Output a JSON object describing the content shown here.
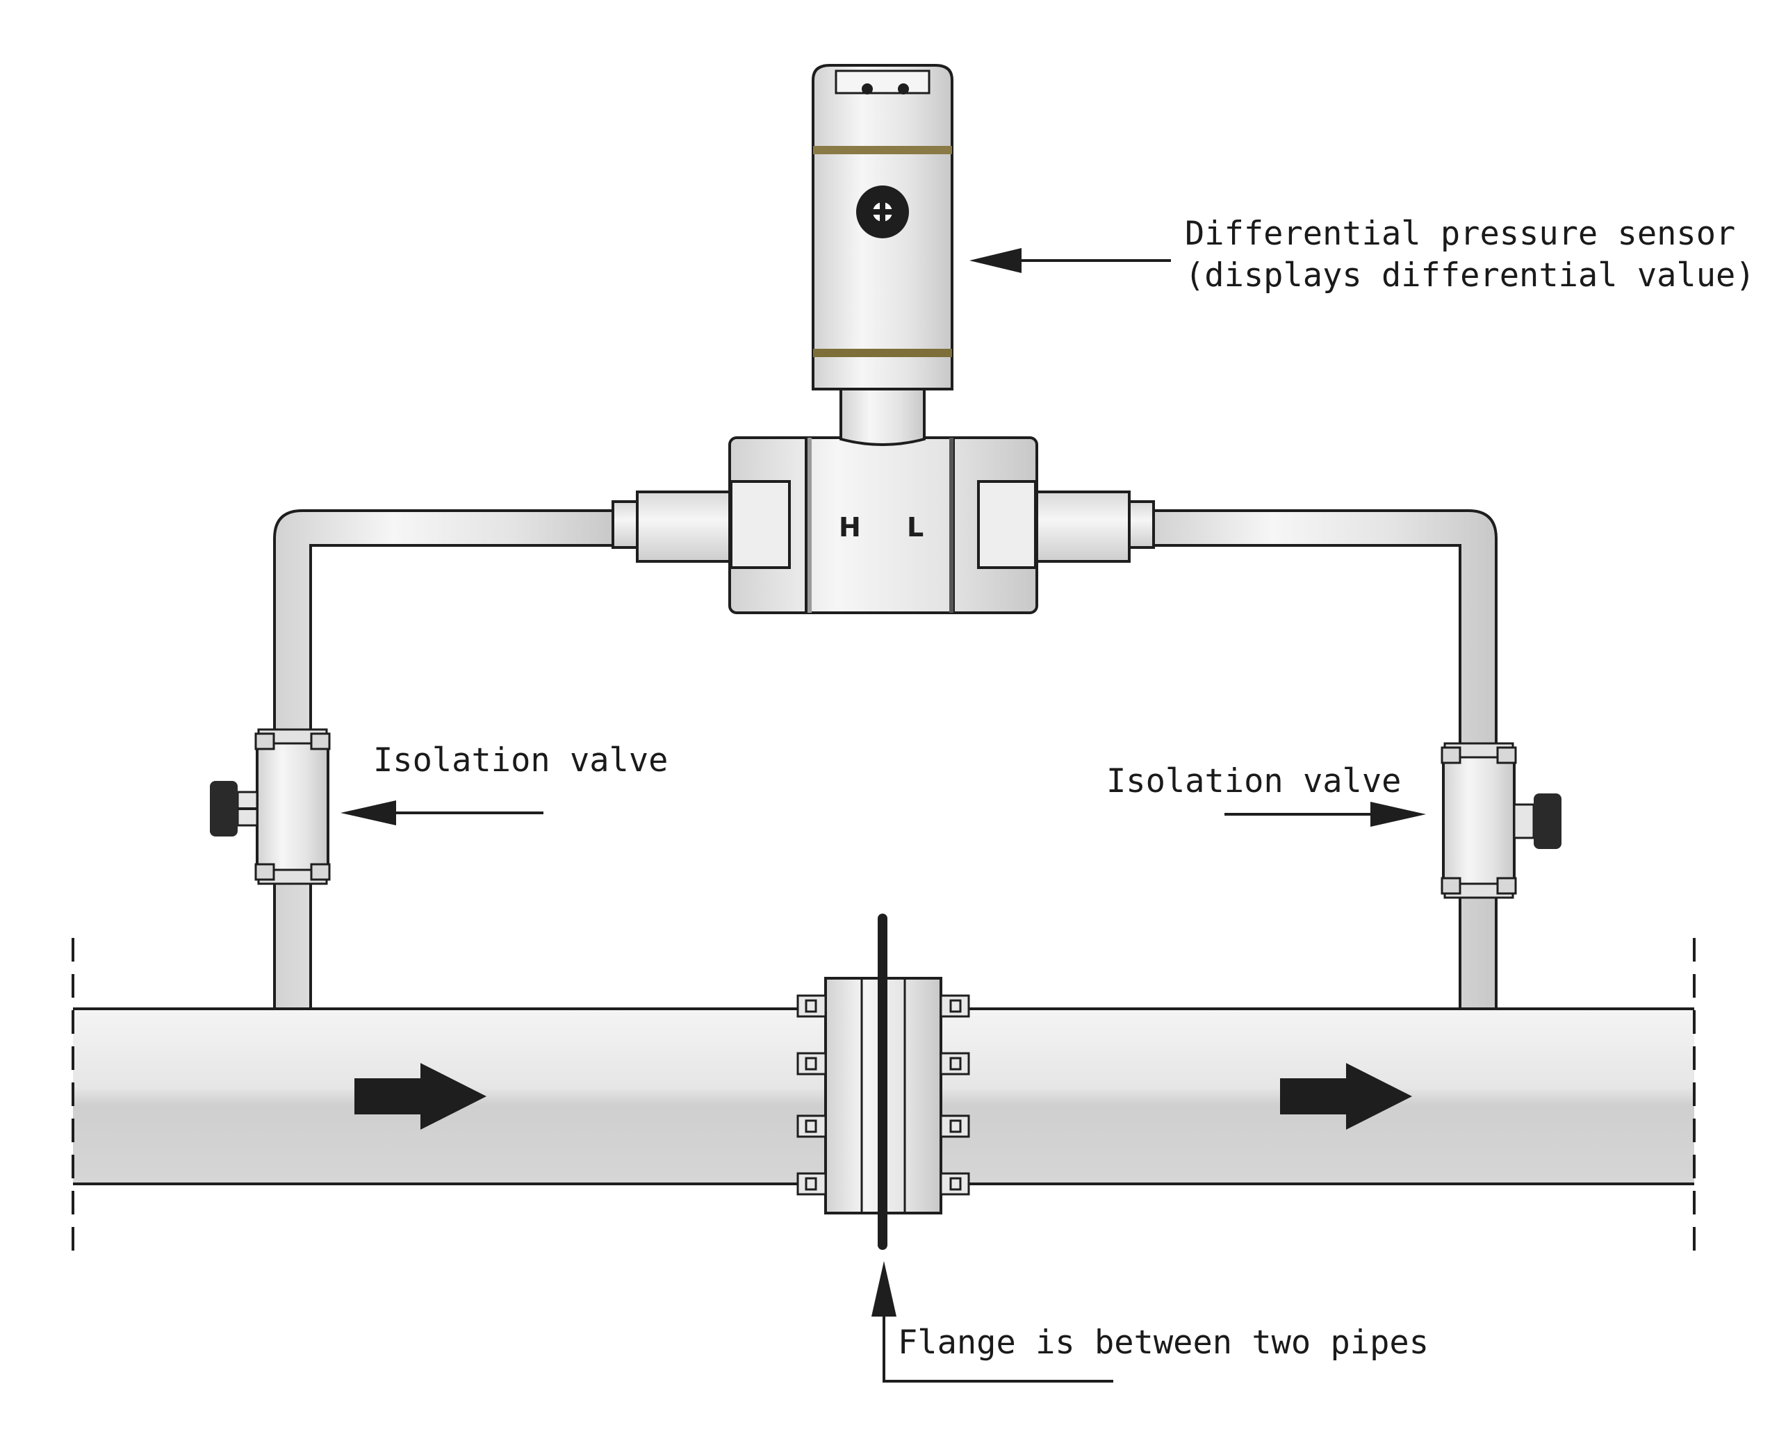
{
  "labels": {
    "sensor_line1": "Differential pressure sensor",
    "sensor_line2": "(displays differential value)",
    "valve_left": "Isolation valve",
    "valve_right": "Isolation valve",
    "flange": "Flange is between two pipes"
  },
  "manifold": {
    "high_port": "H",
    "low_port": "L"
  },
  "colors": {
    "metal": "#ededed",
    "metal_shadow": "#c9c9c9",
    "outline": "#1e1e1e",
    "band": "#8a7a45"
  }
}
